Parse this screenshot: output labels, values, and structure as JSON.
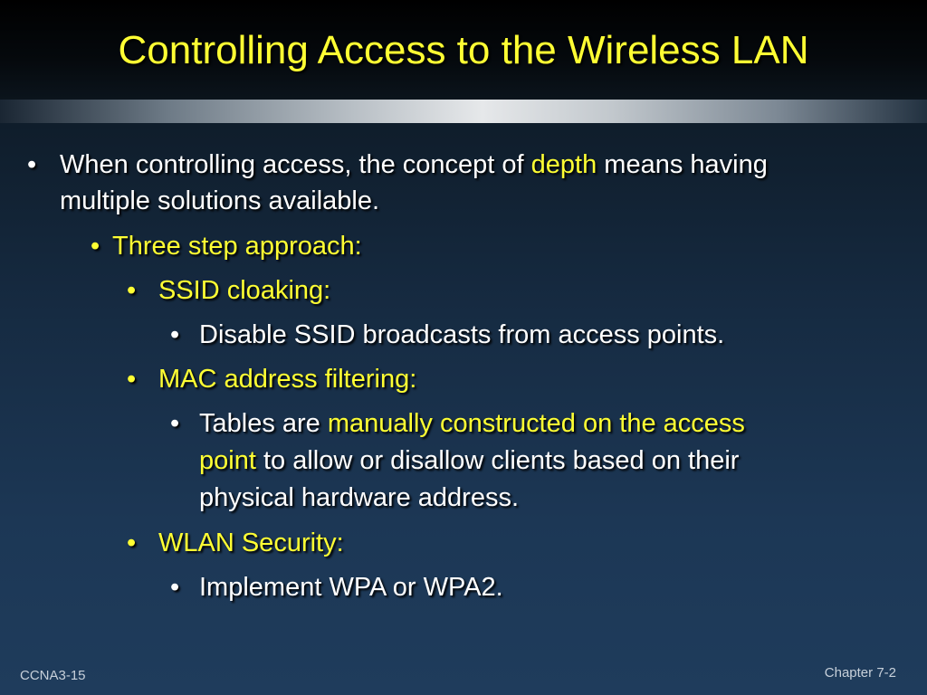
{
  "title": "Controlling Access to the Wireless LAN",
  "bullet_glyph": "•",
  "items": {
    "b1": {
      "pre": "When controlling access, the concept of ",
      "highlight": "depth",
      "post_line1": " means having",
      "line2": "multiple solutions available."
    },
    "b2": {
      "text": "Three step approach:"
    },
    "b3": {
      "text": "SSID cloaking:"
    },
    "b4": {
      "text": "Disable SSID broadcasts from access points."
    },
    "b5": {
      "text": "MAC address filtering:"
    },
    "b6": {
      "pre": "Tables are ",
      "highlight_line1": "manually constructed on the access",
      "highlight_line2": "point",
      "post_line2": " to allow or disallow clients based on their",
      "line3": "physical hardware address."
    },
    "b7": {
      "text": "WLAN Security:"
    },
    "b8": {
      "text": "Implement WPA or WPA2."
    }
  },
  "footer": {
    "left": "CCNA3-15",
    "right": "Chapter 7-2"
  },
  "colors": {
    "title": "#ffff33",
    "highlight": "#ffff33",
    "text": "#ffffff",
    "footer": "#c7d0da"
  }
}
